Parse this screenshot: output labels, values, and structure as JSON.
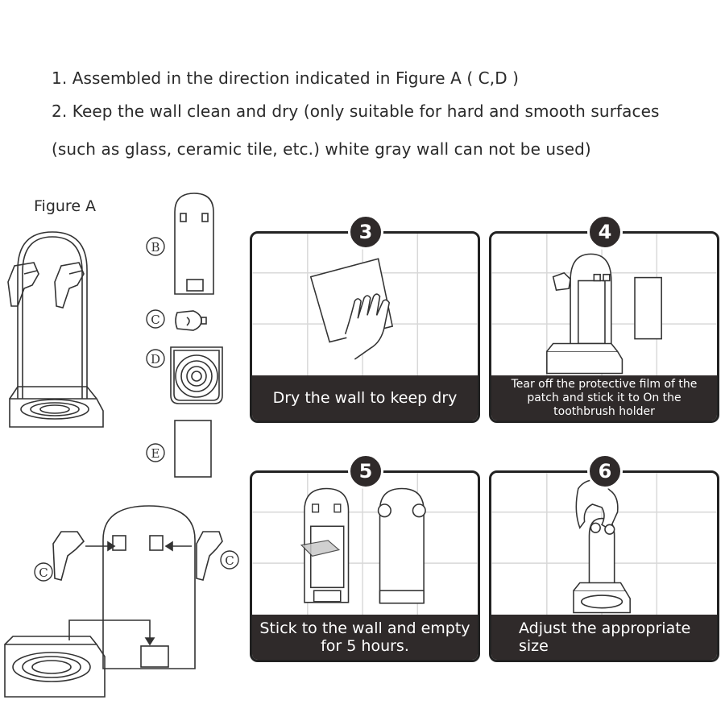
{
  "instructions": {
    "line1": "1. Assembled in the direction indicated in Figure A ( C,D )",
    "line2": "2. Keep the wall clean and dry (only suitable for hard and smooth surfaces",
    "line3": "(such as glass, ceramic tile, etc.) white gray wall can not be used)"
  },
  "figure": {
    "label": "Figure A",
    "parts": {
      "b": "B",
      "c": "C",
      "d": "D",
      "e": "E"
    }
  },
  "steps": [
    {
      "number": "3",
      "caption": "Dry the wall to keep dry"
    },
    {
      "number": "4",
      "caption": "Tear off the protective film of the patch and stick it to On the toothbrush holder"
    },
    {
      "number": "5",
      "caption": "Stick to the wall and empty for 5 hours."
    },
    {
      "number": "6",
      "caption": "Adjust the appropriate size"
    }
  ],
  "colors": {
    "panel_dark": "#2f2a2a",
    "line": "#333333",
    "grid": "#d8d8d8"
  }
}
